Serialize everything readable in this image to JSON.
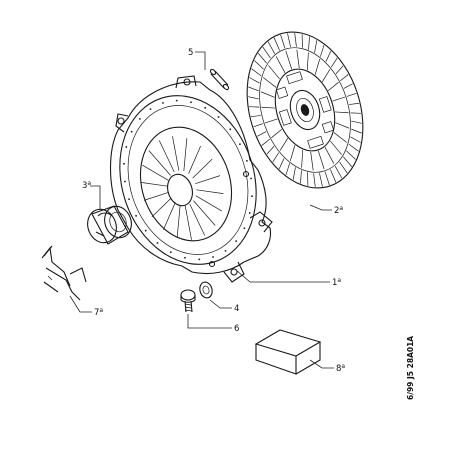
{
  "labels": {
    "p1": {
      "num": "1",
      "sup": "a"
    },
    "p2": {
      "num": "2",
      "sup": "a"
    },
    "p3": {
      "num": "3",
      "sup": "a"
    },
    "p4": {
      "num": "4",
      "sup": ""
    },
    "p5": {
      "num": "5",
      "sup": ""
    },
    "p6": {
      "num": "6",
      "sup": ""
    },
    "p7": {
      "num": "7",
      "sup": "a"
    },
    "p8": {
      "num": "8",
      "sup": "a"
    }
  },
  "reference_code": "6/99  J5 28A01A"
}
